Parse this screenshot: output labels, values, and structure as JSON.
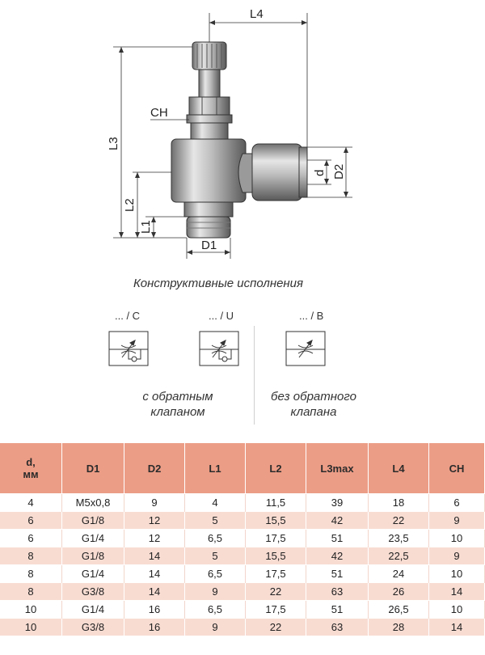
{
  "drawing": {
    "dimensions": {
      "L4": "L4",
      "L3": "L3",
      "CH": "CH",
      "L2": "L2",
      "L1": "L1",
      "D1": "D1",
      "d": "d",
      "D2": "D2"
    }
  },
  "caption": "Конструктивные исполнения",
  "variants": [
    {
      "code": "... / C",
      "desc_line1": "с обратным",
      "desc_line2": "клапаном"
    },
    {
      "code": "... / U",
      "desc_line1": "",
      "desc_line2": ""
    },
    {
      "code": "... / B",
      "desc_line1": "без обратного",
      "desc_line2": "клапана"
    }
  ],
  "table": {
    "headers": [
      "d,\nмм",
      "D1",
      "D2",
      "L1",
      "L2",
      "L3max",
      "L4",
      "CH"
    ],
    "rows": [
      [
        "4",
        "M5x0,8",
        "9",
        "4",
        "11,5",
        "39",
        "18",
        "6"
      ],
      [
        "6",
        "G1/8",
        "12",
        "5",
        "15,5",
        "42",
        "22",
        "9"
      ],
      [
        "6",
        "G1/4",
        "12",
        "6,5",
        "17,5",
        "51",
        "23,5",
        "10"
      ],
      [
        "8",
        "G1/8",
        "14",
        "5",
        "15,5",
        "42",
        "22,5",
        "9"
      ],
      [
        "8",
        "G1/4",
        "14",
        "6,5",
        "17,5",
        "51",
        "24",
        "10"
      ],
      [
        "8",
        "G3/8",
        "14",
        "9",
        "22",
        "63",
        "26",
        "14"
      ],
      [
        "10",
        "G1/4",
        "16",
        "6,5",
        "17,5",
        "51",
        "26,5",
        "10"
      ],
      [
        "10",
        "G3/8",
        "16",
        "9",
        "22",
        "63",
        "28",
        "14"
      ]
    ]
  },
  "colors": {
    "header_bg": "#ec9d86",
    "row_alt_bg": "#f8dcd2"
  }
}
